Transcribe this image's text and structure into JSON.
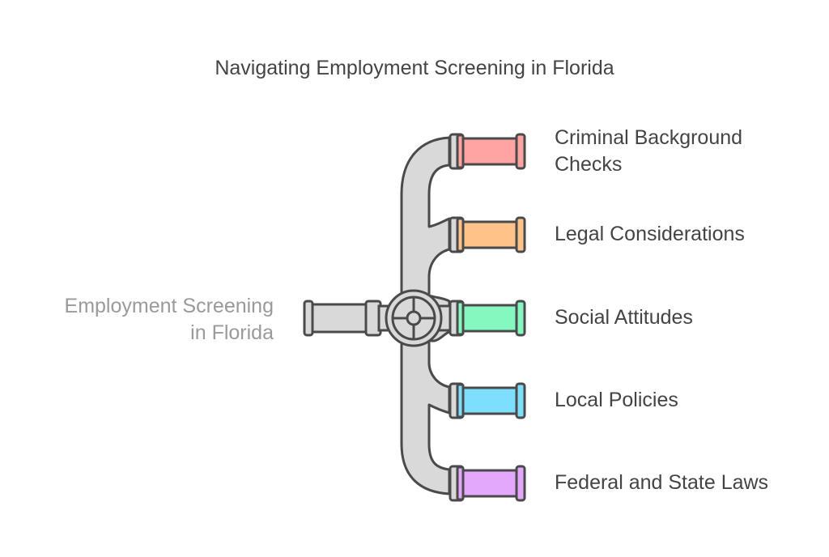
{
  "title": "Navigating Employment Screening in Florida",
  "source": {
    "label_line1": "Employment Screening",
    "label_line2": "in Florida"
  },
  "branches": [
    {
      "label_line1": "Criminal Background",
      "label_line2": "Checks",
      "color": "#ffa3a3"
    },
    {
      "label_line1": "Legal Considerations",
      "label_line2": "",
      "color": "#ffc38a"
    },
    {
      "label_line1": "Social Attitudes",
      "label_line2": "",
      "color": "#85f8c0"
    },
    {
      "label_line1": "Local Policies",
      "label_line2": "",
      "color": "#7ddffc"
    },
    {
      "label_line1": "Federal and State Laws",
      "label_line2": "",
      "color": "#e3a8fb"
    }
  ],
  "colors": {
    "pipe": "#d9d9d9",
    "stroke": "#4a4a4a"
  }
}
